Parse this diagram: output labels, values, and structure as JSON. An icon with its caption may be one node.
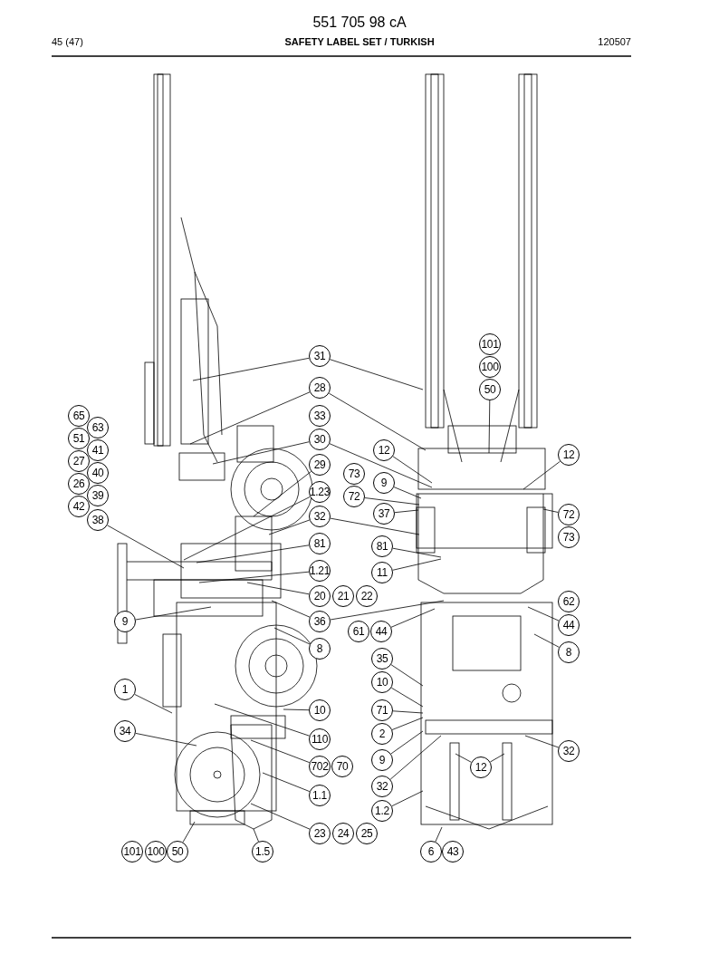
{
  "diagram": {
    "title": "SAFETY LABEL SET / TURKISH",
    "labels": [
      "551 705 98 cA",
      "45 (47)",
      "120507"
    ],
    "nodes": [
      {
        "text": [
          "101"
        ]
      },
      {
        "text": [
          "100"
        ]
      },
      {
        "text": [
          "50"
        ]
      },
      {
        "text": [
          "31"
        ]
      },
      {
        "text": [
          "28"
        ]
      },
      {
        "text": [
          "33"
        ]
      },
      {
        "text": [
          "65"
        ]
      },
      {
        "text": [
          "63"
        ]
      },
      {
        "text": [
          "30"
        ]
      },
      {
        "text": [
          "51"
        ]
      },
      {
        "text": [
          "41"
        ]
      },
      {
        "text": [
          "12"
        ]
      },
      {
        "text": [
          "12"
        ]
      },
      {
        "text": [
          "27"
        ]
      },
      {
        "text": [
          "29"
        ]
      },
      {
        "text": [
          "40"
        ]
      },
      {
        "text": [
          "73"
        ]
      },
      {
        "text": [
          "9"
        ]
      },
      {
        "text": [
          "26"
        ]
      },
      {
        "text": [
          "1.23"
        ]
      },
      {
        "text": [
          "39"
        ]
      },
      {
        "text": [
          "72"
        ]
      },
      {
        "text": [
          "42"
        ]
      },
      {
        "text": [
          "37"
        ]
      },
      {
        "text": [
          "72"
        ]
      },
      {
        "text": [
          "32"
        ]
      },
      {
        "text": [
          "38"
        ]
      },
      {
        "text": [
          "73"
        ]
      },
      {
        "text": [
          "81"
        ]
      },
      {
        "text": [
          "81"
        ]
      },
      {
        "text": [
          "1.21"
        ]
      },
      {
        "text": [
          "11"
        ]
      },
      {
        "text": [
          "20"
        ]
      },
      {
        "text": [
          "21"
        ]
      },
      {
        "text": [
          "22"
        ]
      },
      {
        "text": [
          "62"
        ]
      },
      {
        "text": [
          "9"
        ]
      },
      {
        "text": [
          "36"
        ]
      },
      {
        "text": [
          "61"
        ]
      },
      {
        "text": [
          "44"
        ]
      },
      {
        "text": [
          "44"
        ]
      },
      {
        "text": [
          "8"
        ]
      },
      {
        "text": [
          "8"
        ]
      },
      {
        "text": [
          "35"
        ]
      },
      {
        "text": [
          "10"
        ]
      },
      {
        "text": [
          "1"
        ]
      },
      {
        "text": [
          "10"
        ]
      },
      {
        "text": [
          "71"
        ]
      },
      {
        "text": [
          "34"
        ]
      },
      {
        "text": [
          "2"
        ]
      },
      {
        "text": [
          "110"
        ]
      },
      {
        "text": [
          "32"
        ]
      },
      {
        "text": [
          "9"
        ]
      },
      {
        "text": [
          "702"
        ]
      },
      {
        "text": [
          "70"
        ]
      },
      {
        "text": [
          "12"
        ]
      },
      {
        "text": [
          "32"
        ]
      },
      {
        "text": [
          "1.1"
        ]
      },
      {
        "text": [
          "1.2"
        ]
      },
      {
        "text": [
          "23"
        ]
      },
      {
        "text": [
          "24"
        ]
      },
      {
        "text": [
          "25"
        ]
      },
      {
        "text": [
          "101"
        ]
      },
      {
        "text": [
          "100"
        ]
      },
      {
        "text": [
          "50"
        ]
      },
      {
        "text": [
          "1.5"
        ]
      },
      {
        "text": [
          "6"
        ]
      },
      {
        "text": [
          "43"
        ]
      }
    ],
    "edges": [
      {
        "from": 2,
        "to": null,
        "arrow": "none"
      },
      {
        "from": 3,
        "to": null,
        "arrow": "none"
      },
      {
        "from": 3,
        "to": null,
        "arrow": "none"
      },
      {
        "from": 4,
        "to": null,
        "arrow": "none"
      },
      {
        "from": 4,
        "to": null,
        "arrow": "none"
      },
      {
        "from": 8,
        "to": null,
        "arrow": "none"
      },
      {
        "from": 8,
        "to": null,
        "arrow": "none"
      },
      {
        "from": 11,
        "to": null,
        "arrow": "none"
      },
      {
        "from": 12,
        "to": null,
        "arrow": "none"
      },
      {
        "from": 14,
        "to": null,
        "arrow": "none"
      },
      {
        "from": 17,
        "to": null,
        "arrow": "none"
      },
      {
        "from": 19,
        "to": null,
        "arrow": "none"
      },
      {
        "from": 21,
        "to": null,
        "arrow": "none"
      },
      {
        "from": 23,
        "to": null,
        "arrow": "none"
      },
      {
        "from": 24,
        "to": null,
        "arrow": "none"
      },
      {
        "from": 25,
        "to": null,
        "arrow": "none"
      },
      {
        "from": 25,
        "to": null,
        "arrow": "none"
      },
      {
        "from": 26,
        "to": null,
        "arrow": "none"
      },
      {
        "from": 28,
        "to": null,
        "arrow": "none"
      },
      {
        "from": 29,
        "to": null,
        "arrow": "none"
      },
      {
        "from": 30,
        "to": null,
        "arrow": "none"
      },
      {
        "from": 31,
        "to": null,
        "arrow": "none"
      },
      {
        "from": 32,
        "to": null,
        "arrow": "none"
      },
      {
        "from": 36,
        "to": null,
        "arrow": "none"
      },
      {
        "from": 37,
        "to": null,
        "arrow": "none"
      },
      {
        "from": 37,
        "to": null,
        "arrow": "none"
      },
      {
        "from": 39,
        "to": null,
        "arrow": "none"
      },
      {
        "from": 40,
        "to": null,
        "arrow": "none"
      },
      {
        "from": 41,
        "to": null,
        "arrow": "none"
      },
      {
        "from": 42,
        "to": null,
        "arrow": "none"
      },
      {
        "from": 43,
        "to": null,
        "arrow": "none"
      },
      {
        "from": 44,
        "to": null,
        "arrow": "none"
      },
      {
        "from": 45,
        "to": null,
        "arrow": "none"
      },
      {
        "from": 46,
        "to": null,
        "arrow": "none"
      },
      {
        "from": 47,
        "to": null,
        "arrow": "none"
      },
      {
        "from": 48,
        "to": null,
        "arrow": "none"
      },
      {
        "from": 49,
        "to": null,
        "arrow": "none"
      },
      {
        "from": 50,
        "to": null,
        "arrow": "none"
      },
      {
        "from": 51,
        "to": null,
        "arrow": "none"
      },
      {
        "from": 52,
        "to": null,
        "arrow": "none"
      },
      {
        "from": 53,
        "to": null,
        "arrow": "none"
      },
      {
        "from": 55,
        "to": null,
        "arrow": "none"
      },
      {
        "from": 55,
        "to": null,
        "arrow": "none"
      },
      {
        "from": 56,
        "to": null,
        "arrow": "none"
      },
      {
        "from": 57,
        "to": null,
        "arrow": "none"
      },
      {
        "from": 58,
        "to": null,
        "arrow": "none"
      },
      {
        "from": 59,
        "to": null,
        "arrow": "none"
      },
      {
        "from": 64,
        "to": null,
        "arrow": "none"
      },
      {
        "from": 65,
        "to": null,
        "arrow": "none"
      },
      {
        "from": 66,
        "to": null,
        "arrow": "none"
      }
    ]
  }
}
